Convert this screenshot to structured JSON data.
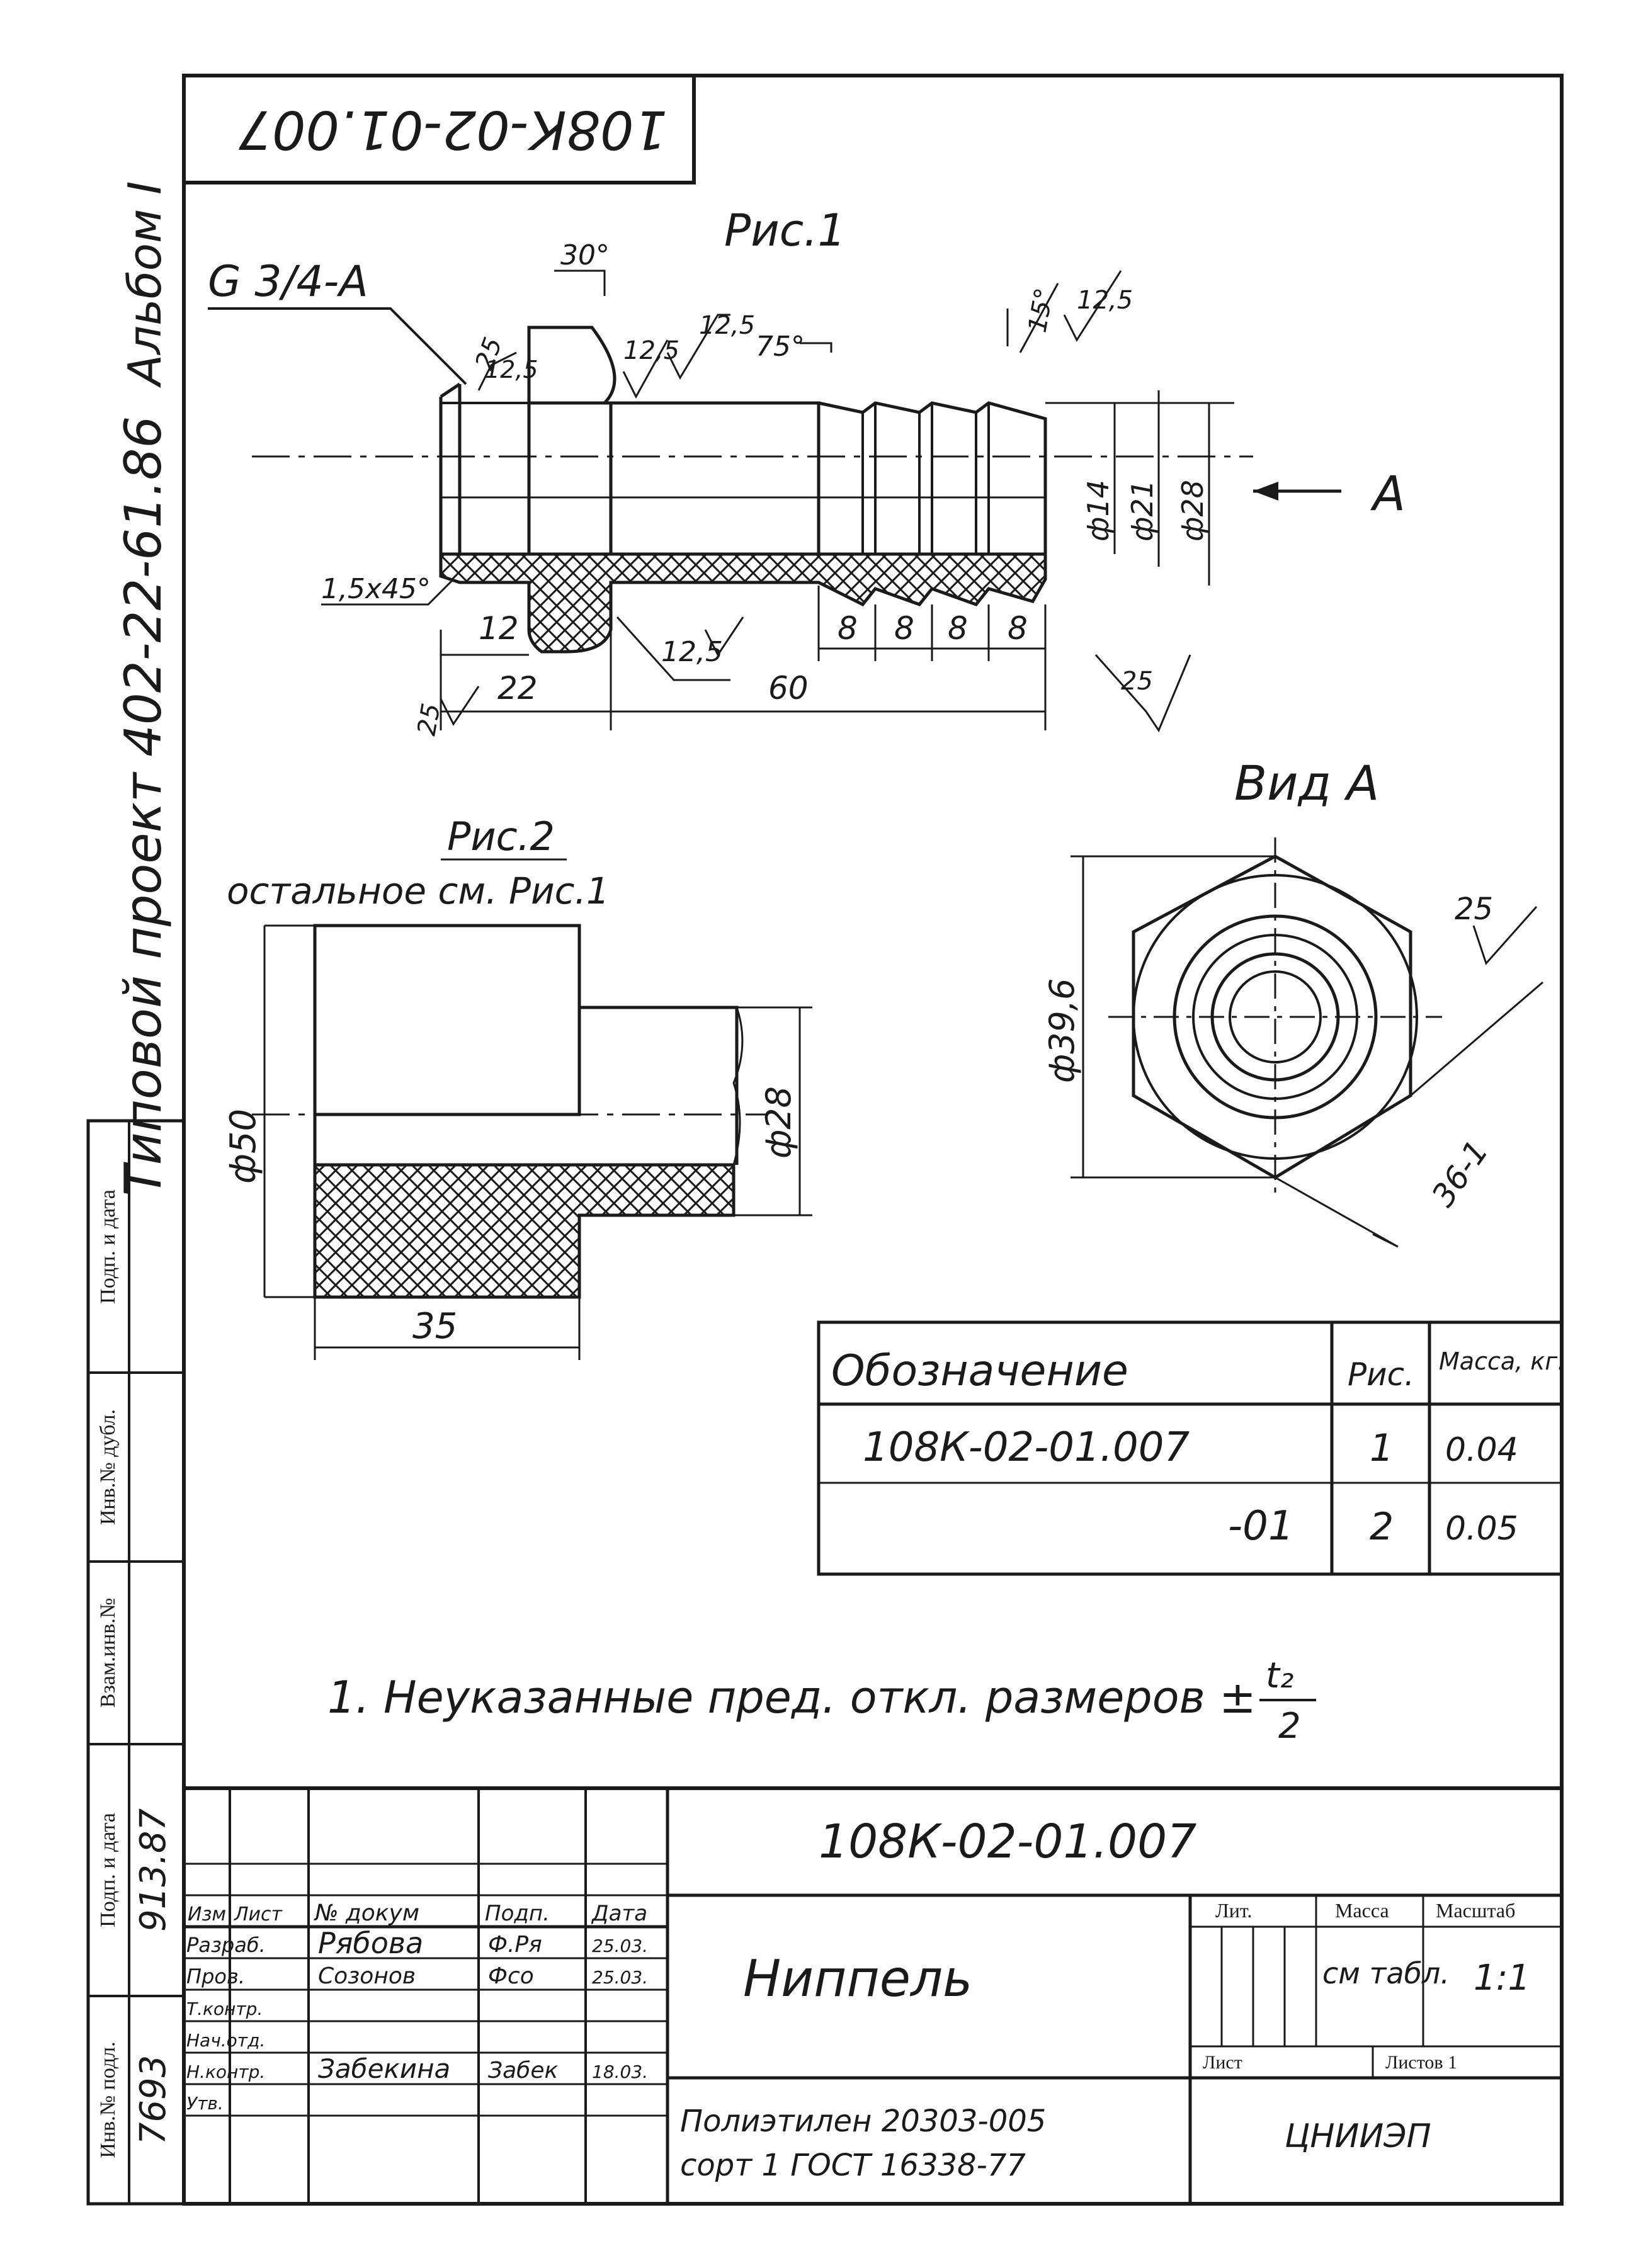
{
  "sheet": {
    "code_rotated": "108К-02-01.007",
    "album": "Альбом I",
    "project": "Типовой проект 402-22-61.86"
  },
  "fig1": {
    "title": "Рис.1",
    "thread": "G 3/4-А",
    "angle_30": "30°",
    "angle_75": "75°",
    "angle_15": "15°",
    "r_125_a": "12,5",
    "r_125_b": "12,5",
    "r_125_c": "12,5",
    "r_125_d": "12,5",
    "r_125_e": "12,5",
    "r_25_a": "25",
    "r_25_b": "25",
    "r_25_c": "25",
    "chamfer": "1,5х45°",
    "d14": "ф14",
    "d21": "ф21",
    "d28": "ф28",
    "dim_12": "12",
    "dim_22": "22",
    "dim_60": "60",
    "dim_8a": "8",
    "dim_8b": "8",
    "dim_8c": "8",
    "dim_8d": "8",
    "view_arrow": "А"
  },
  "fig2": {
    "title": "Рис.2",
    "note": "остальное см. Рис.1",
    "d50": "ф50",
    "d28": "ф28",
    "dim_35": "35"
  },
  "view_a": {
    "title": "Вид А",
    "d396": "ф39,6",
    "s36": "36-1",
    "r25": "25"
  },
  "table": {
    "headers": [
      "Обозначение",
      "Рис.",
      "Масса, кг."
    ],
    "rows": [
      [
        "108К-02-01.007",
        "1",
        "0.04"
      ],
      [
        "-01",
        "2",
        "0.05"
      ]
    ]
  },
  "note": {
    "text": "1. Неуказанные пред. откл. размеров ±",
    "frac_top": "t₂",
    "frac_bottom": "2"
  },
  "side_stamp": {
    "labels": [
      "Подп. и дата",
      "Инв.№ дубл.",
      "Взам.инв.№",
      "Подп. и дата",
      "Инв.№ подл."
    ],
    "sign_date": "913.87",
    "inv_number": "7693"
  },
  "title_block": {
    "doc_code": "108К-02-01.007",
    "name": "Ниппель",
    "material_line1": "Полиэтилен 20303-005",
    "material_line2": "сорт 1 ГОСТ 16338-77",
    "headers": [
      "Изм",
      "Лист",
      "№ докум",
      "Подп.",
      "Дата"
    ],
    "roles": [
      "Разраб.",
      "Пров.",
      "Т.контр.",
      "Нач.отд.",
      "Н.контр.",
      "Утв."
    ],
    "people": [
      "Рябова",
      "Созонов",
      "",
      "",
      "Забекина",
      ""
    ],
    "signs": [
      "Ф.Ря",
      "Фсо",
      "",
      "",
      "Забек",
      ""
    ],
    "dates": [
      "25.03.",
      "25.03.",
      "",
      "",
      "18.03.",
      ""
    ],
    "lit_label": "Лит.",
    "mass_label": "Масса",
    "scale_label": "Масштаб",
    "mass_value": "см табл.",
    "scale_value": "1:1",
    "sheet_label": "Лист",
    "sheets_label": "Листов 1",
    "org": "ЦНИИЭП"
  }
}
